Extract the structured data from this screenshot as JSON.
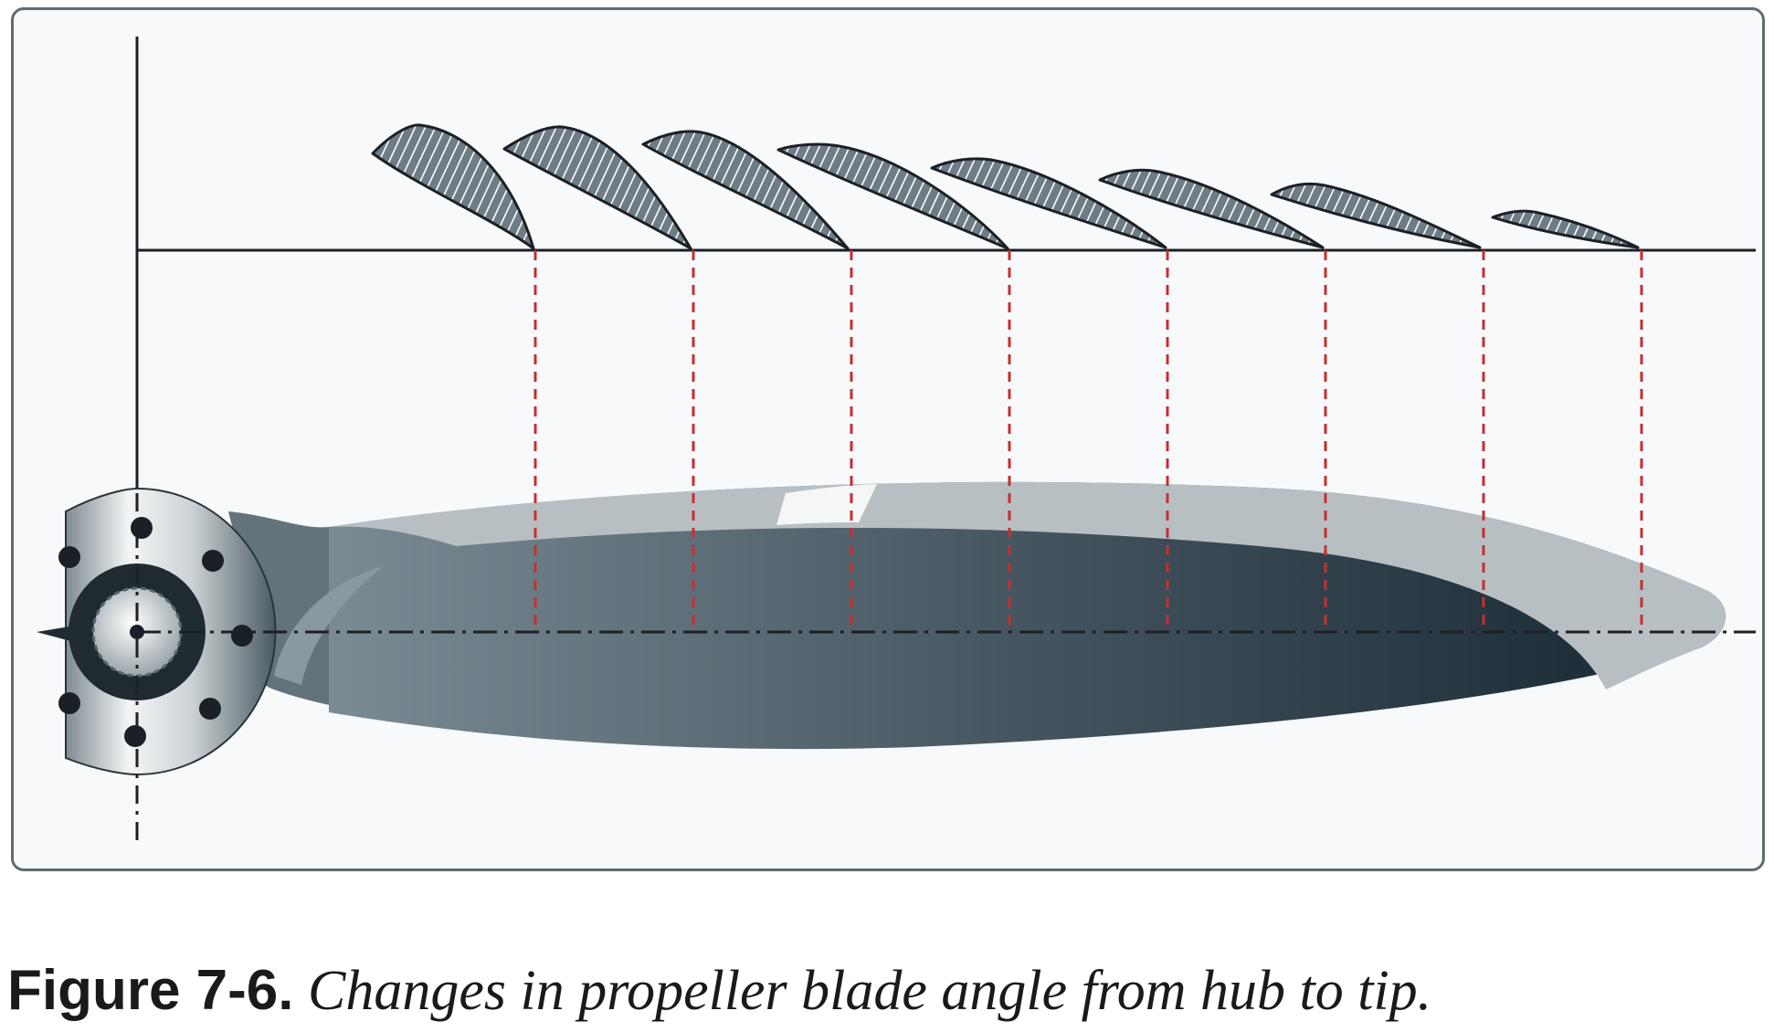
{
  "caption": {
    "label": "Figure 7-6.",
    "text": "Changes in propeller blade angle from hub to tip."
  },
  "colors": {
    "frame_border": "#5d6b73",
    "panel_background": "#f7f9fb",
    "axis_line": "#1b2026",
    "projection_lines": "#c62f2f",
    "blade_dark": "#1c2a33",
    "blade_light": "#7a8a93",
    "hub_metal": "#d8dde0"
  },
  "blade_sections": {
    "count": 8,
    "angle_trend": "blade angle decreases from hub to tip"
  }
}
